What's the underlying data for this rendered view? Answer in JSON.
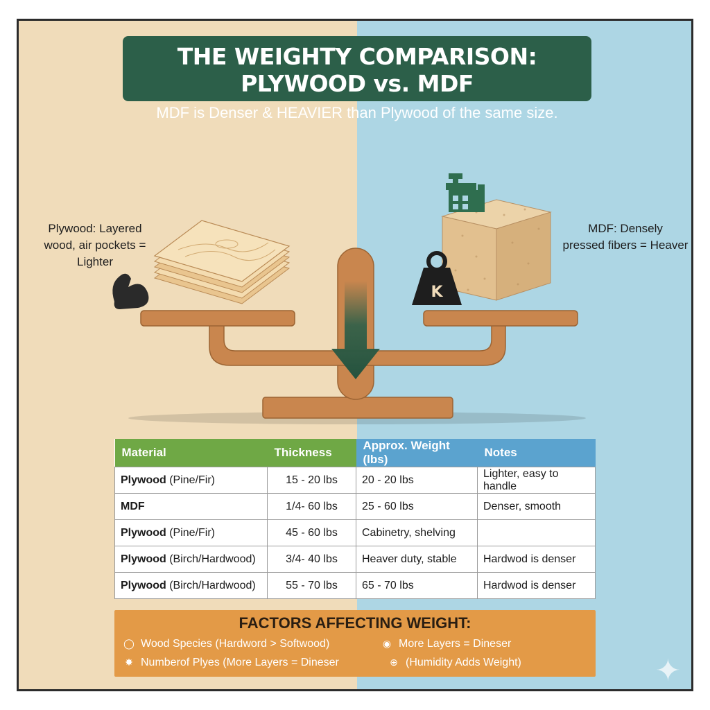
{
  "header": {
    "title": "THE WEIGHTY COMPARISON: PLYWOOD vs. MDF",
    "subtitle": "MDF is Denser & HEAVIER than Plywood of the same size."
  },
  "labels": {
    "left": "Plywood: Layered\nwood, air pockets =\nLighter",
    "right": "MDF: Densely\npressed fibers = Heaver"
  },
  "weight_letter": "K",
  "table": {
    "headers": [
      "Material",
      "Thickness",
      "Approx. Weight (lbs)",
      "Notes"
    ],
    "rows": [
      {
        "material": "Plywood",
        "variant": " (Pine/Fir)",
        "thickness": "15 - 20 lbs",
        "weight": "20 - 20 lbs",
        "notes": "Lighter, easy to handle"
      },
      {
        "material": "MDF",
        "variant": "",
        "thickness": "1/4- 60 lbs",
        "weight": "25 - 60 lbs",
        "notes": "Denser, smooth"
      },
      {
        "material": "Plywood",
        "variant": " (Pine/Fir)",
        "thickness": "45 - 60 lbs",
        "weight": "Cabinetry, shelving",
        "notes": ""
      },
      {
        "material": "Plywood",
        "variant": " (Birch/Hardwood)",
        "thickness": "3/4- 40 lbs",
        "weight": "Heaver duty, stable",
        "notes": "Hardwod is denser"
      },
      {
        "material": "Plywood",
        "variant": " (Birch/Hardwood)",
        "thickness": "55 - 70 lbs",
        "weight": "65 - 70 lbs",
        "notes": "Hardwod is denser"
      }
    ]
  },
  "factors": {
    "title": "FACTORS AFFECTING WEIGHT:",
    "items": [
      {
        "icon": "arm-icon",
        "text": "Wood Species (Hardword > Softwood)"
      },
      {
        "icon": "drop-icon",
        "text": "More Layers = Dineser"
      },
      {
        "icon": "burst-icon",
        "text": "Numberof Plyes (More Layers = Dineser"
      },
      {
        "icon": "plus-circle-icon",
        "text": "(Humidity Adds Weight)"
      }
    ]
  },
  "colors": {
    "title_bg": "#2c5f49",
    "left_bg": "#f0dcba",
    "right_bg": "#add6e4",
    "table_header_green": "#6fa845",
    "table_header_blue": "#5ba3cf",
    "factors_bg": "#e39a47",
    "wood": "#c9864e"
  }
}
